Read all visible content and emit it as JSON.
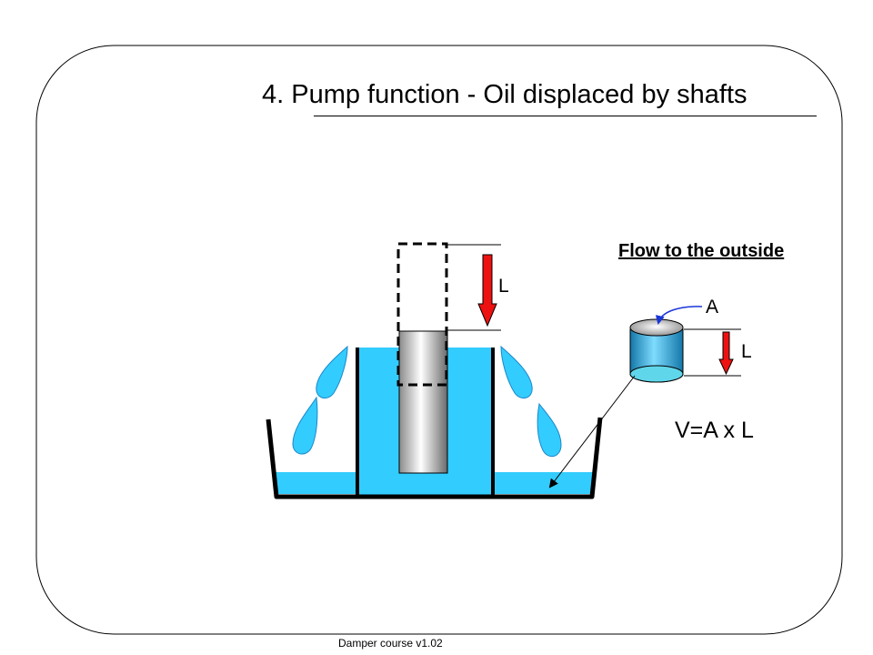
{
  "slide": {
    "title": "4. Pump function - Oil displaced by shafts",
    "flow_label": "Flow to the outside",
    "label_stroke_main": "L",
    "label_area": "A",
    "label_stroke_small": "L",
    "formula": "V=A x L",
    "footer": "Damper course v1.02"
  },
  "colors": {
    "oil": "#33ccff",
    "oil_dark": "#1a88c8",
    "arrow": "#ee1111",
    "outline": "#000000"
  }
}
